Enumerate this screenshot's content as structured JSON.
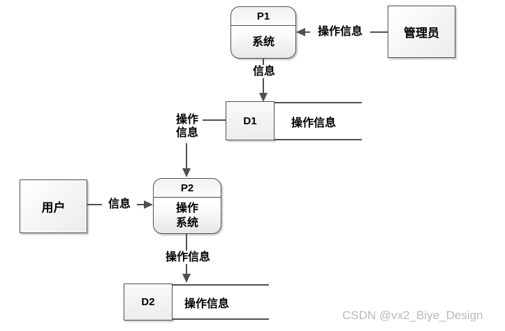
{
  "diagram": {
    "p1": {
      "id": "P1",
      "name": "系统"
    },
    "p2": {
      "id": "P2",
      "name_line1": "操作",
      "name_line2": "系统"
    },
    "admin": {
      "label": "管理员"
    },
    "user": {
      "label": "用户"
    },
    "d1": {
      "id": "D1",
      "label": "操作信息"
    },
    "d2": {
      "id": "D2",
      "label": "操作信息"
    },
    "flow_admin_p1": {
      "label": "操作信息"
    },
    "flow_p1_d1": {
      "label": "信息"
    },
    "flow_d1_p2": {
      "label_line1": "操作",
      "label_line2": "信息"
    },
    "flow_user_p2": {
      "label": "信息"
    },
    "flow_p2_d2": {
      "label": "操作信息"
    }
  },
  "watermark": {
    "text": "CSDN @vx2_Biye_Design"
  },
  "colors": {
    "line": "#4f4f4f",
    "shape_border": "#4f4f4f",
    "shape_fill_light": "#ffffff",
    "shape_fill_dark": "#ececec",
    "text": "#000000",
    "watermark": "#b9b9b9",
    "background": "#ffffff"
  }
}
